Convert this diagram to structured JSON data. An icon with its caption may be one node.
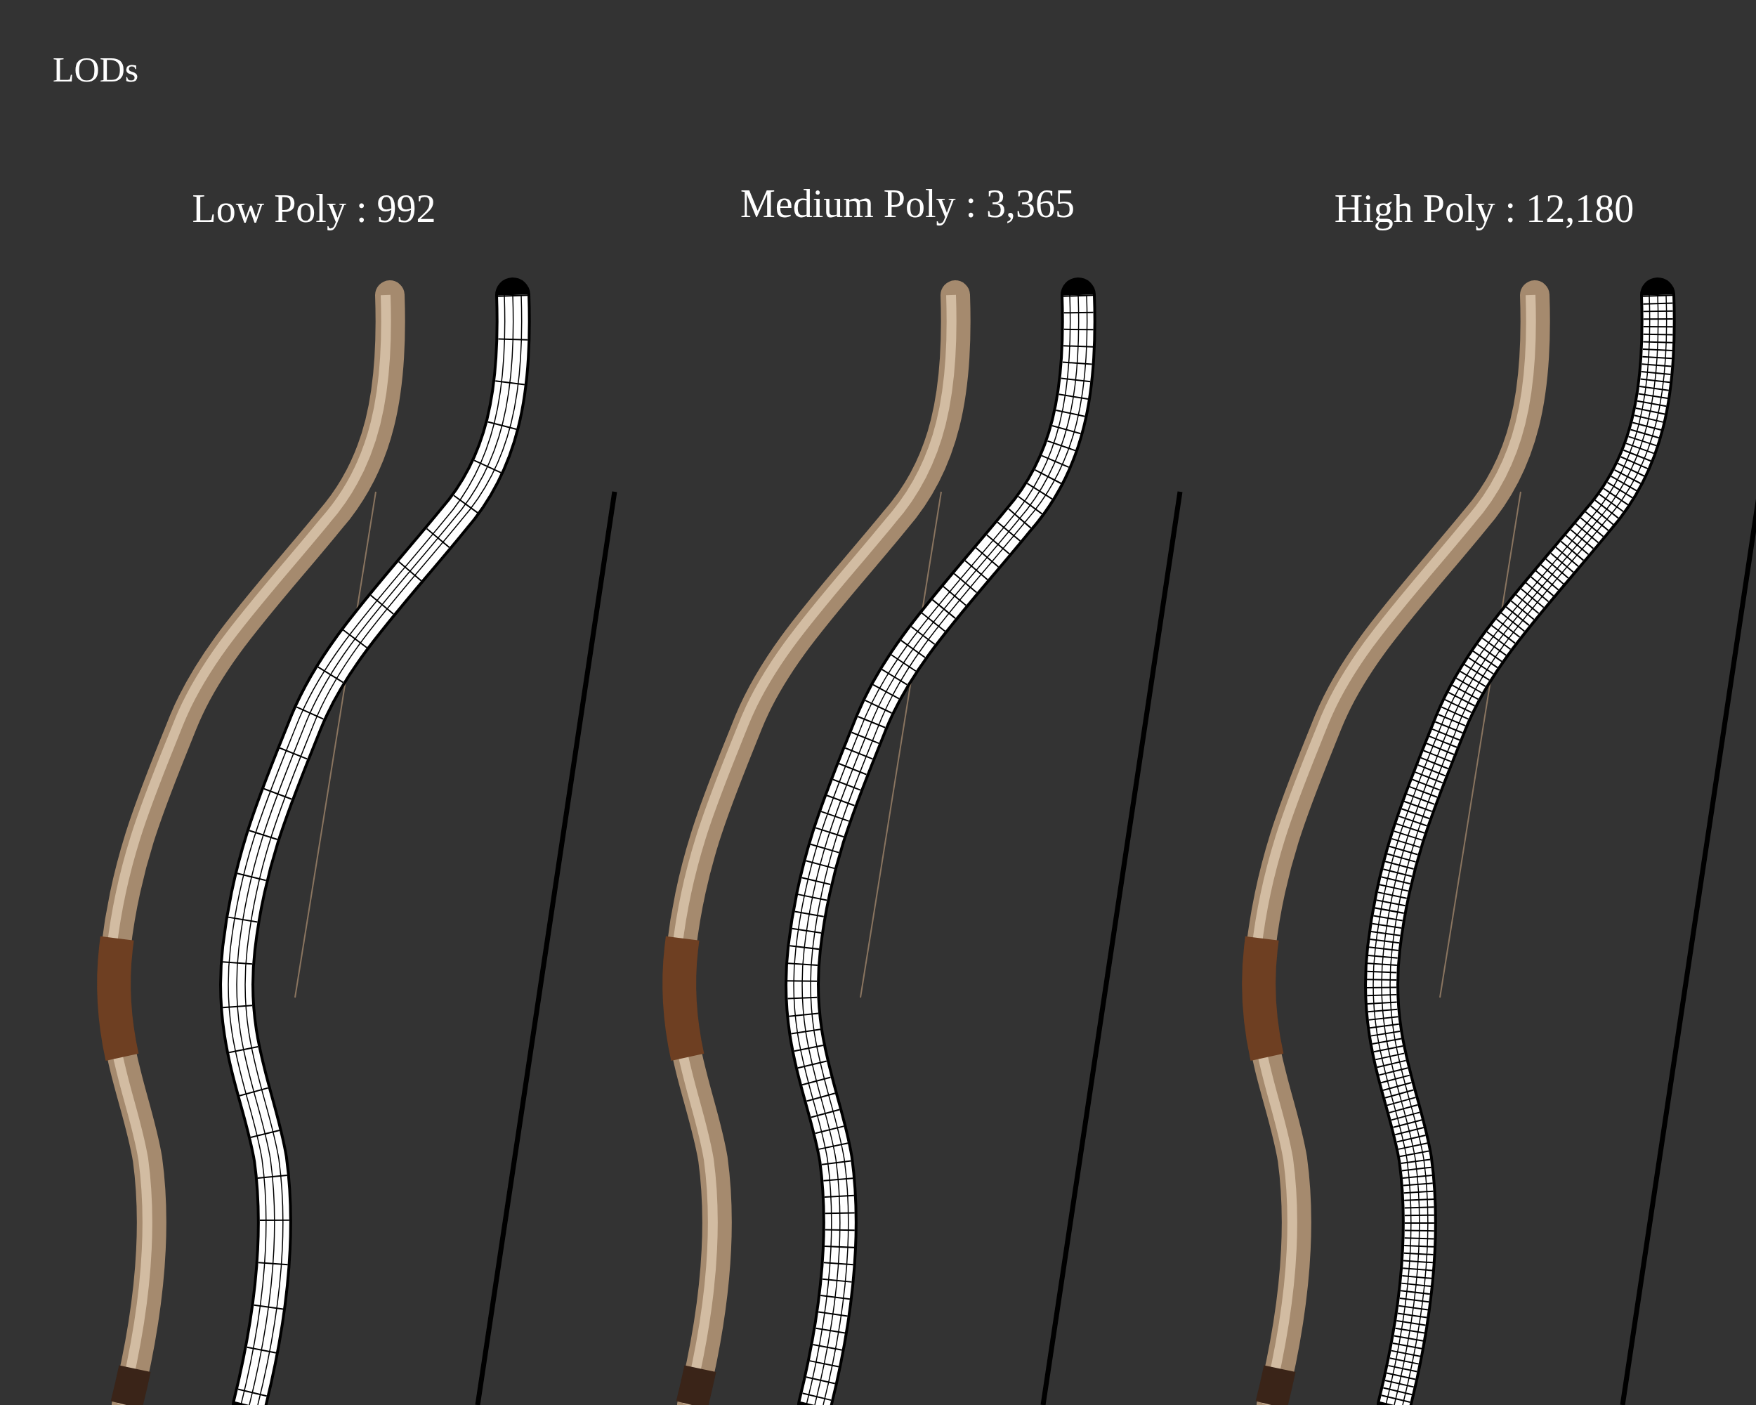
{
  "diagram": {
    "title": "LODs",
    "labels": [
      "Low Poly : 992",
      "Medium Poly : 3,365",
      "High Poly : 12,180"
    ]
  }
}
